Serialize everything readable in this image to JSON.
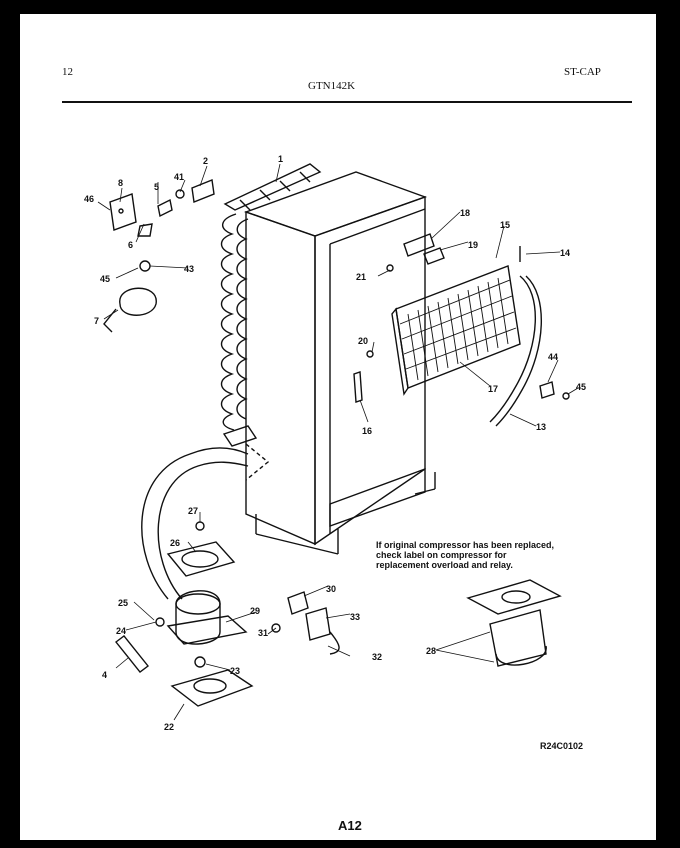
{
  "header": {
    "page_number": "12",
    "model": "GTN142K",
    "section": "ST-CAP"
  },
  "note": "If original compressor has been replaced, check label on compressor for replacement overload and relay.",
  "drawing_code": "R24C0102",
  "page_id": "A12",
  "callouts": [
    "1",
    "2",
    "8",
    "41",
    "5",
    "46",
    "6",
    "43",
    "45",
    "7",
    "18",
    "15",
    "19",
    "14",
    "21",
    "20",
    "17",
    "44",
    "45",
    "16",
    "13",
    "27",
    "26",
    "30",
    "25",
    "29",
    "33",
    "24",
    "31",
    "32",
    "28",
    "23",
    "4",
    "22"
  ]
}
